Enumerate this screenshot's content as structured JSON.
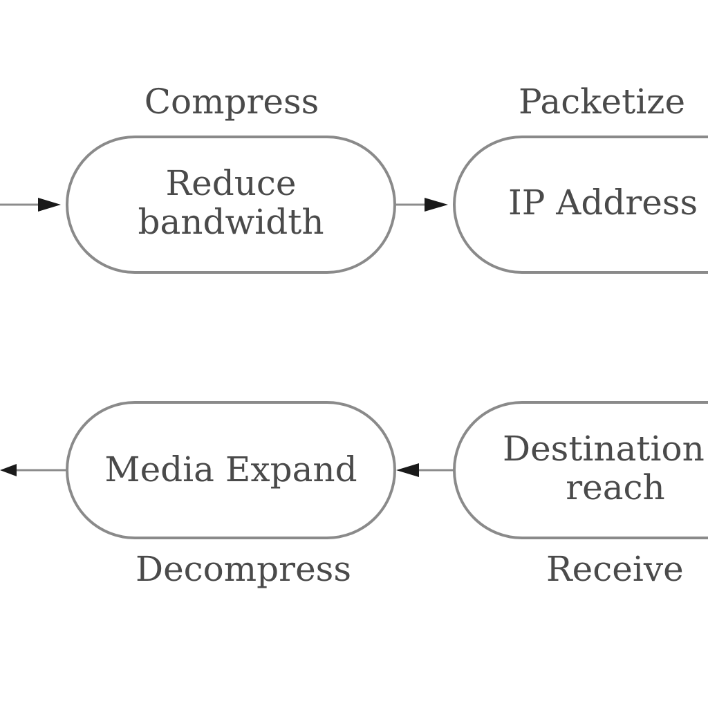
{
  "diagram": {
    "top_row": {
      "stage_labels": [
        "Compress",
        "Packetize"
      ],
      "nodes": [
        {
          "lines": [
            "Reduce",
            "bandwidth"
          ]
        },
        {
          "lines": [
            "IP Address"
          ]
        }
      ]
    },
    "bottom_row": {
      "stage_labels": [
        "Decompress",
        "Receive"
      ],
      "nodes": [
        {
          "lines": [
            "Media Expand"
          ]
        },
        {
          "lines": [
            "Destination",
            "reach"
          ]
        }
      ]
    }
  },
  "colors": {
    "node_border": "#8a8a8a",
    "edge": "#8c8c8c",
    "arrowhead": "#1a1a1a",
    "text": "#4a4a4a",
    "background": "#ffffff"
  }
}
